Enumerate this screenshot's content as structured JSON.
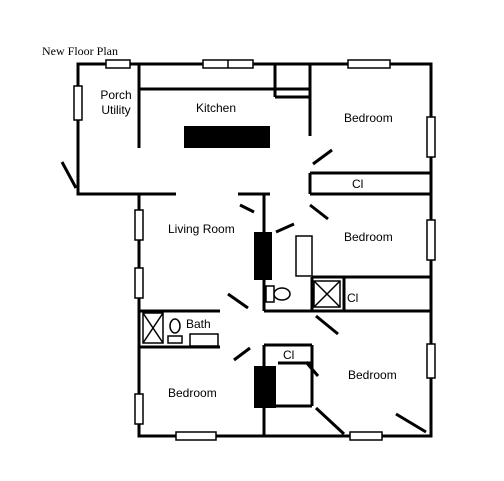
{
  "plan": {
    "title": "New Floor Plan",
    "rooms": {
      "porch_utility_line1": "Porch",
      "porch_utility_line2": "Utility",
      "kitchen": "Kitchen",
      "bedroom_top_right": "Bedroom",
      "closet_upper": "Cl",
      "living_room": "Living Room",
      "bedroom_middle_right": "Bedroom",
      "closet_middle": "Cl",
      "bath": "Bath",
      "closet_lower": "Cl",
      "bedroom_bottom_right": "Bedroom",
      "bedroom_bottom_left": "Bedroom"
    }
  }
}
